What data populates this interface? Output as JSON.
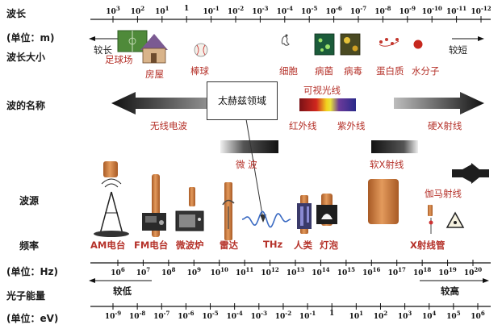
{
  "rows": {
    "wavelength": "波长",
    "wavelength_unit": "(单位：m)",
    "wavelength_size": "波长大小",
    "wave_name": "波的名称",
    "wave_source": "波源",
    "frequency": "频率",
    "frequency_unit": "(单位：Hz)",
    "photon_energy": "光子能量",
    "energy_unit": "(单位：eV)"
  },
  "wavelength_scale": {
    "ticks": [
      {
        "base": "10",
        "exp": "3"
      },
      {
        "base": "10",
        "exp": "2"
      },
      {
        "base": "10",
        "exp": "1"
      },
      {
        "base": "1",
        "exp": ""
      },
      {
        "base": "10",
        "exp": "-1"
      },
      {
        "base": "10",
        "exp": "-2"
      },
      {
        "base": "10",
        "exp": "-3"
      },
      {
        "base": "10",
        "exp": "-4"
      },
      {
        "base": "10",
        "exp": "-5"
      },
      {
        "base": "10",
        "exp": "-6"
      },
      {
        "base": "10",
        "exp": "-7"
      },
      {
        "base": "10",
        "exp": "-8"
      },
      {
        "base": "10",
        "exp": "-9"
      },
      {
        "base": "10",
        "exp": "-10"
      },
      {
        "base": "10",
        "exp": "-11"
      },
      {
        "base": "10",
        "exp": "-12"
      }
    ],
    "longer": "较长",
    "shorter": "较短"
  },
  "size_objects": {
    "football_field": "足球场",
    "house": "房屋",
    "baseball": "棒球",
    "cell": "细胞",
    "bacteria": "病菌",
    "virus": "病毒",
    "protein": "蛋白质",
    "water_molecule": "水分子"
  },
  "wave_names": {
    "terahertz_box": "太赫兹领域",
    "visible_light": "可视光线",
    "radio": "无线电波",
    "infrared": "红外线",
    "ultraviolet": "紫外线",
    "hard_xray": "硬X射线",
    "microwave": "微  波",
    "soft_xray": "软X射线",
    "gamma": "伽马射线"
  },
  "sources": {
    "am_radio": "AM电台",
    "fm_radio": "FM电台",
    "microwave_oven": "微波炉",
    "radar": "雷达",
    "thz": "THz",
    "human": "人类",
    "lamp": "灯泡",
    "xray_tube": "X射线管"
  },
  "frequency_scale": {
    "ticks": [
      {
        "base": "10",
        "exp": "6"
      },
      {
        "base": "10",
        "exp": "7"
      },
      {
        "base": "10",
        "exp": "8"
      },
      {
        "base": "10",
        "exp": "9"
      },
      {
        "base": "10",
        "exp": "10"
      },
      {
        "base": "10",
        "exp": "11"
      },
      {
        "base": "10",
        "exp": "12"
      },
      {
        "base": "10",
        "exp": "13"
      },
      {
        "base": "10",
        "exp": "14"
      },
      {
        "base": "10",
        "exp": "15"
      },
      {
        "base": "10",
        "exp": "16"
      },
      {
        "base": "10",
        "exp": "17"
      },
      {
        "base": "10",
        "exp": "18"
      },
      {
        "base": "10",
        "exp": "19"
      },
      {
        "base": "10",
        "exp": "20"
      }
    ]
  },
  "energy_scale": {
    "ticks": [
      {
        "base": "10",
        "exp": "-9"
      },
      {
        "base": "10",
        "exp": "-8"
      },
      {
        "base": "10",
        "exp": "-7"
      },
      {
        "base": "10",
        "exp": "-6"
      },
      {
        "base": "10",
        "exp": "-5"
      },
      {
        "base": "10",
        "exp": "-4"
      },
      {
        "base": "10",
        "exp": "-3"
      },
      {
        "base": "10",
        "exp": "-2"
      },
      {
        "base": "10",
        "exp": "-1"
      },
      {
        "base": "1",
        "exp": ""
      },
      {
        "base": "10",
        "exp": "1"
      },
      {
        "base": "10",
        "exp": "2"
      },
      {
        "base": "10",
        "exp": "3"
      },
      {
        "base": "10",
        "exp": "4"
      },
      {
        "base": "10",
        "exp": "5"
      },
      {
        "base": "10",
        "exp": "6"
      }
    ],
    "lower": "较低",
    "higher": "较高"
  },
  "colors": {
    "caption_red": "#b5322a",
    "axis": "#111111",
    "arrow_dark": "#1e1e1e",
    "copper": "#c9763a"
  }
}
